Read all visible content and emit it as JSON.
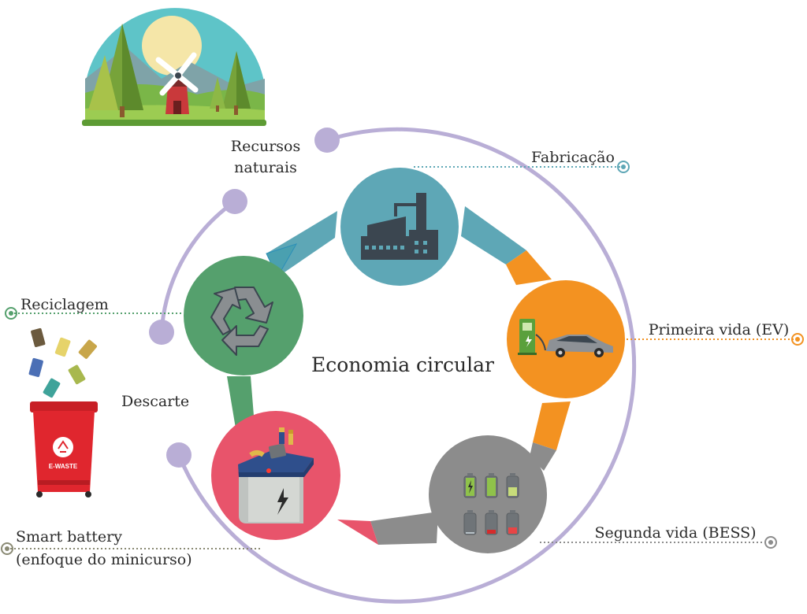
{
  "center_label": "Economia circular",
  "labels": {
    "recursos_line1": "Recursos",
    "recursos_line2": "naturais",
    "fabricacao": "Fabricação",
    "primeira_vida": "Primeira vida (EV)",
    "segunda_vida": "Segunda vida (BESS)",
    "smart_battery_line1": "Smart battery",
    "smart_battery_line2": "(enfoque do minicurso)",
    "descarte": "Descarte",
    "reciclagem": "Reciclagem"
  },
  "bin_text": "E-WASTE",
  "stages": [
    {
      "name": "Fabricação",
      "icon": "factory-icon",
      "color": "#5ea7b6"
    },
    {
      "name": "Primeira vida (EV)",
      "icon": "ev-charging-icon",
      "color": "#f39221"
    },
    {
      "name": "Segunda vida (BESS)",
      "icon": "battery-storage-icon",
      "color": "#8c8c8c"
    },
    {
      "name": "Smart battery",
      "icon": "car-battery-icon",
      "color": "#e8546b"
    },
    {
      "name": "Reciclagem",
      "icon": "recycle-icon",
      "color": "#55a06d"
    }
  ],
  "colors": {
    "outer_ring": "#b9aed6",
    "teal": "#5ea7b6",
    "orange": "#f39221",
    "gray": "#8c8c8c",
    "pink": "#e8546b",
    "green": "#55a06d",
    "bin_red": "#e0262e"
  }
}
